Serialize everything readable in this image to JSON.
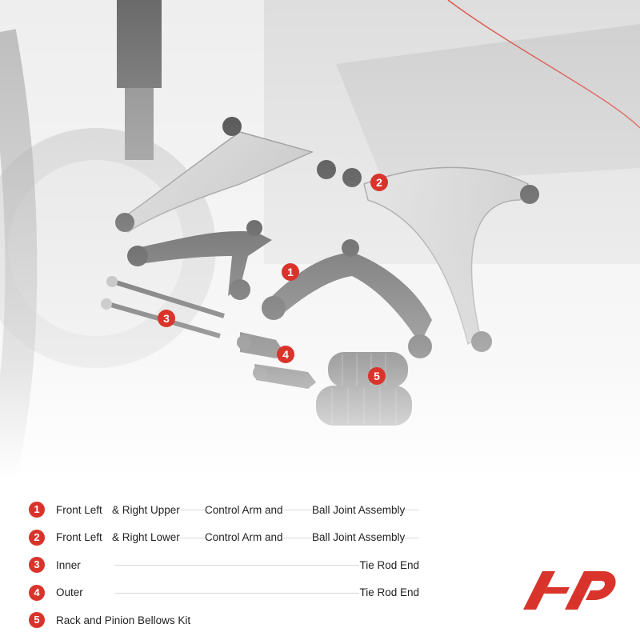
{
  "colors": {
    "accent": "#d9342b",
    "text": "#222222"
  },
  "callouts": [
    "1",
    "2",
    "3",
    "4",
    "5"
  ],
  "legend": [
    {
      "num": "1",
      "parts": [
        "Front Left",
        "& Right Upper",
        "Control Arm and",
        "Ball Joint Assembly"
      ]
    },
    {
      "num": "2",
      "parts": [
        "Front Left",
        "& Right Lower",
        "Control Arm and",
        "Ball Joint Assembly"
      ]
    },
    {
      "num": "3",
      "parts": [
        "Inner",
        "Tie Rod End"
      ]
    },
    {
      "num": "4",
      "parts": [
        "Outer",
        "Tie Rod End"
      ]
    },
    {
      "num": "5",
      "parts": [
        "Rack and Pinion Bellows Kit"
      ]
    }
  ],
  "logo": {
    "name": "brand-logo-icon"
  }
}
